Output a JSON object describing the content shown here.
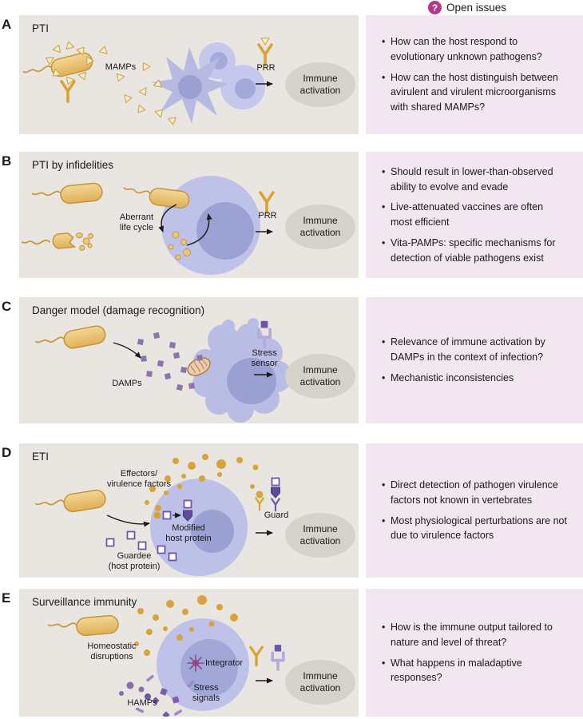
{
  "header": {
    "title": "Open issues",
    "icon": "question-mark-icon",
    "icon_glyph": "?",
    "icon_color": "#b5368d"
  },
  "colors": {
    "figure_bg": "#e9e6e1",
    "issues_bg": "#f2e7f1",
    "activation_bg": "#d6d2c9",
    "pathogen_gold": "#e0b058",
    "receptor_gold": "#d9a32e",
    "cell_lavender": "#bfc2e8",
    "nucleus_lavender": "#9ba1d3",
    "guard_purple": "#6f55a8",
    "damp_purple": "#8d74ad",
    "question_icon": "#b5368d"
  },
  "panels": [
    {
      "letter": "A",
      "title": "PTI",
      "labels": {
        "mamps": "MAMPs",
        "prr": "PRR",
        "immune": "Immune activation"
      },
      "issues": [
        "How can the host respond to evolutionary unknown pathogens?",
        "How can the host distinguish between avirulent and virulent microorganisms with shared MAMPs?"
      ]
    },
    {
      "letter": "B",
      "title": "PTI by infidelities",
      "labels": {
        "cycle": "Aberrant\nlife cycle",
        "prr": "PRR",
        "immune": "Immune activation"
      },
      "issues": [
        "Should result in lower-than-observed ability to evolve and evade",
        "Live-attenuated vaccines are often most efficient",
        "Vita-PAMPs: specific mechanisms for detection of viable pathogens exist"
      ]
    },
    {
      "letter": "C",
      "title": "Danger model (damage recognition)",
      "labels": {
        "damps": "DAMPs",
        "sensor": "Stress\nsensor",
        "immune": "Immune activation"
      },
      "issues": [
        "Relevance of immune activation by DAMPs in the context of infection?",
        "Mechanistic inconsistencies"
      ]
    },
    {
      "letter": "D",
      "title": "ETI",
      "labels": {
        "effectors": "Effectors/\nvirulence factors",
        "guardee": "Guardee\n(host protein)",
        "modified": "Modified\nhost protein",
        "guard": "Guard",
        "immune": "Immune activation"
      },
      "issues": [
        "Direct detection of pathogen virulence factors not known in vertebrates",
        "Most physiological perturbations are not due to virulence factors"
      ]
    },
    {
      "letter": "E",
      "title": "Surveillance immunity",
      "labels": {
        "homeostatic": "Homeostatic\ndisruptions",
        "integrator": "Integrator",
        "stress": "Stress\nsignals",
        "hamps": "HAMPs",
        "immune": "Immune activation"
      },
      "issues": [
        "How is the immune output tailored to nature and level of threat?",
        "What happens in maladaptive responses?"
      ]
    }
  ]
}
